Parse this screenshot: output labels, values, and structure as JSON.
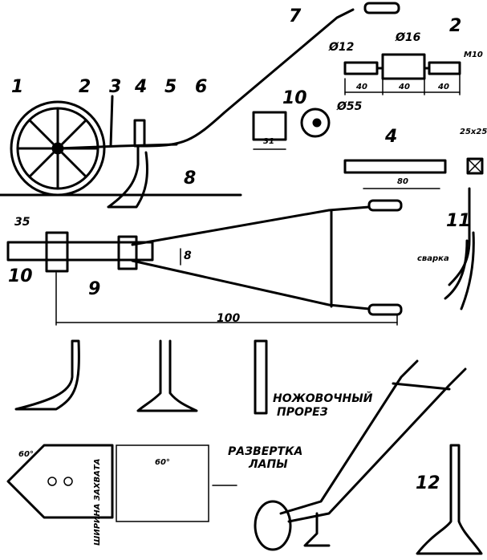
{
  "labels": {
    "part_1": "1",
    "part_2": "2",
    "part_3": "3",
    "part_4": "4",
    "part_5": "5",
    "part_6": "6",
    "part_7": "7",
    "part_8": "8",
    "part_9": "9",
    "part_10": "10",
    "part_10b": "10",
    "part_11": "11",
    "part_12": "12",
    "part_2_detail": "2",
    "part_4_detail": "4",
    "part_10_detail": "10"
  },
  "dimensions": {
    "dia_16": "Ø16",
    "dia_12": "Ø12",
    "thread_m10": "M10",
    "len_40_a": "40",
    "len_40_b": "40",
    "len_40_c": "40",
    "dia_55": "Ø55",
    "width_31": "31",
    "len_80": "80",
    "section_25x25": "25x25",
    "width_35": "35",
    "height_8": "8",
    "len_100": "100",
    "angle_60": "60°",
    "angle_60b": "60°"
  },
  "notes": {
    "weld": "сварка",
    "saw_cut_1": "НОЖОВОЧНЫЙ",
    "saw_cut_2": "ПРОРЕЗ",
    "unfold_1": "РАЗВЕРТКА",
    "unfold_2": "ЛАПЫ",
    "grip_width": "ШИРИНА ЗАХВАТА"
  }
}
